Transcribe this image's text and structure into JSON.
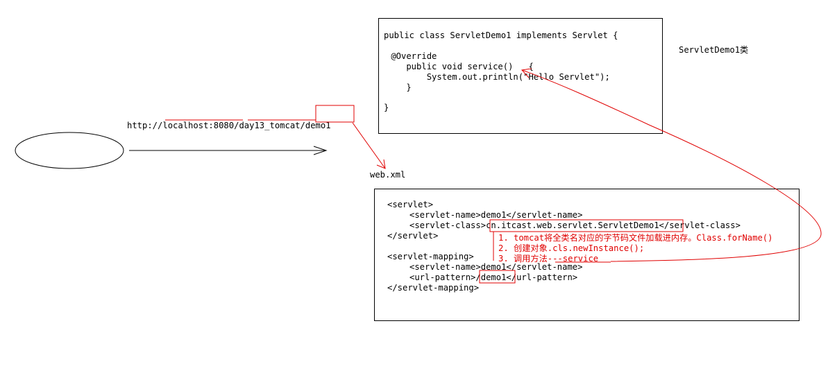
{
  "url": {
    "prefix": "http://",
    "host": "localhost:8080",
    "sep1": "/",
    "context": "day13_tomcat",
    "sep2": "/",
    "resource": "demo1"
  },
  "web_xml_label": "web.xml",
  "class_label": "ServletDemo1类",
  "servlet_code": [
    "public class ServletDemo1 implements Servlet {",
    "",
    " @Override",
    "    public void service()   {",
    "        System.out.println(\"Hello Servlet\");",
    "    }",
    "",
    "}"
  ],
  "web_xml": {
    "servlet_open": "<servlet>",
    "servlet_name_open": "<servlet-name>",
    "servlet_name_value": "demo1",
    "servlet_name_close": "</servlet-name>",
    "servlet_class_open": "<servlet-class>",
    "servlet_class_value": "cn.itcast.web.servlet.ServletDemo1",
    "servlet_class_close": "</servlet-class>",
    "servlet_close": "</servlet>",
    "mapping_open": "<servlet-mapping>",
    "mapping_name_open": "<servlet-name>",
    "mapping_name_value": "demo1",
    "mapping_name_close": "</servlet-name>",
    "url_pattern_open": "<url-pattern>",
    "url_pattern_value": "/demo1",
    "url_pattern_close": "</url-pattern>",
    "mapping_close": "</servlet-mapping>"
  },
  "steps": [
    "1. tomcat将全类名对应的字节码文件加载进内存。Class.forName()",
    "2. 创建对象.cls.newInstance();",
    "3. 调用方法---service"
  ],
  "colors": {
    "annotation": "#e00000",
    "ink": "#000000"
  }
}
